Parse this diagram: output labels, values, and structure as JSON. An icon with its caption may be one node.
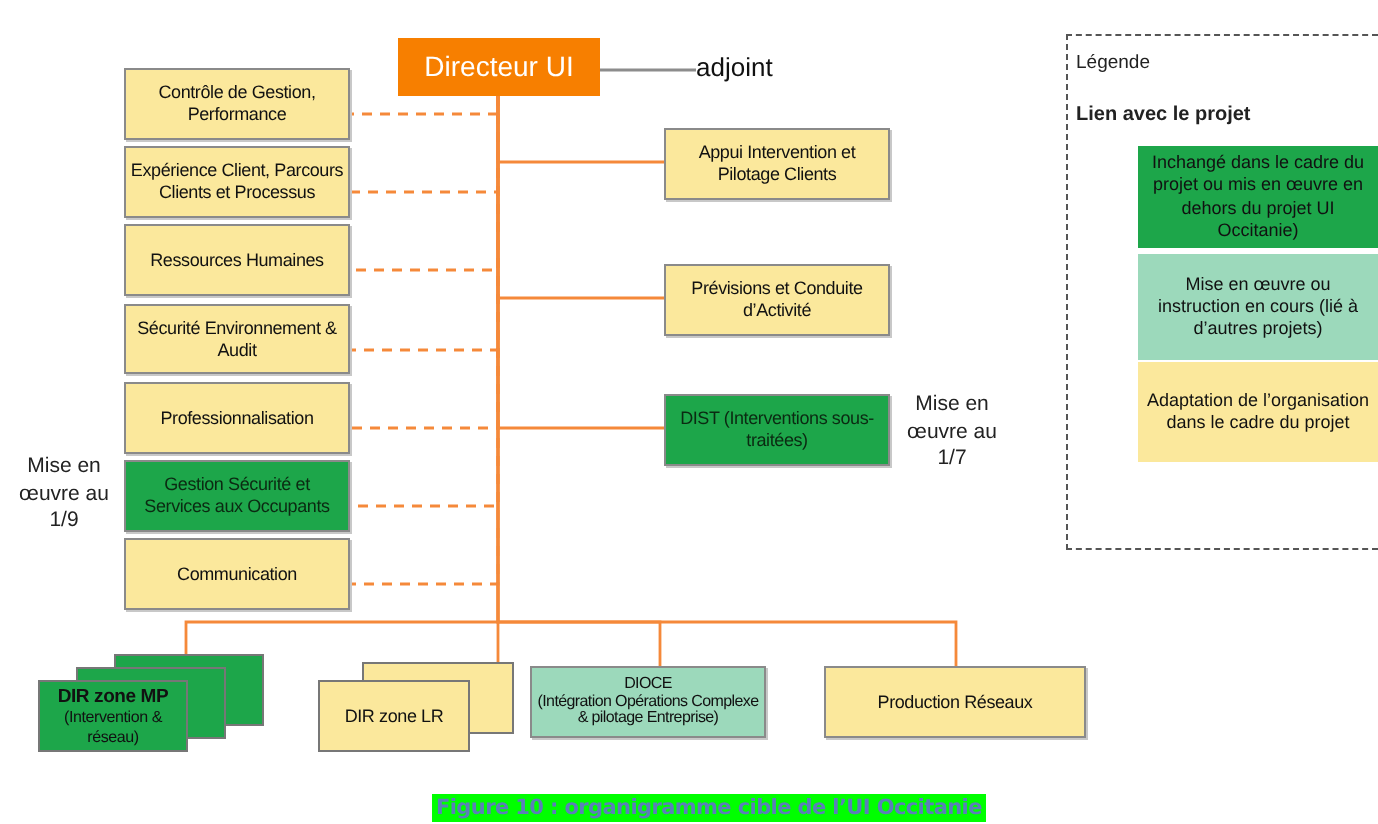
{
  "diagram": {
    "caption": "Figure 10 : organigramme cible de l’UI Occitanie",
    "nodes": [
      {
        "text": [
          "Directeur UI"
        ]
      },
      {
        "text": [
          "adjoint"
        ]
      },
      {
        "text": [
          "Contrôle de Gestion, Performance"
        ]
      },
      {
        "text": [
          "Expérience Client, Parcours Clients et Processus"
        ]
      },
      {
        "text": [
          "Appui Intervention et Pilotage Clients"
        ]
      },
      {
        "text": [
          "Ressources Humaines"
        ]
      },
      {
        "text": [
          "Prévisions et Conduite d’Activité"
        ]
      },
      {
        "text": [
          "Sécurité Environnement & Audit"
        ]
      },
      {
        "text": [
          "Professionnalisation"
        ]
      },
      {
        "text": [
          "DIST (Interventions sous-traitées)"
        ],
        "beside": [
          "Mise en œuvre au 1/7"
        ]
      },
      {
        "text": [
          "Gestion Sécurité et Services aux Occupants"
        ],
        "beside": [
          "Mise en œuvre au 1/9"
        ]
      },
      {
        "text": [
          "Communication"
        ]
      },
      {
        "text": [
          "DIR zone MP",
          "(Intervention & réseau)"
        ]
      },
      {
        "text": [
          "DIR zone LR"
        ]
      },
      {
        "text": [
          "DIOCE",
          "(Intégration Opérations Complexe & pilotage Entreprise)"
        ]
      },
      {
        "text": [
          "Production Réseaux"
        ]
      }
    ],
    "edges": [
      {
        "from": 0,
        "to": 1,
        "arrow": "none",
        "color": "#8c8c8c"
      },
      {
        "from": 0,
        "to": 2,
        "arrow": "none",
        "style": "dashed"
      },
      {
        "from": 0,
        "to": 3,
        "arrow": "none",
        "style": "dashed"
      },
      {
        "from": 0,
        "to": 4,
        "arrow": "none"
      },
      {
        "from": 0,
        "to": 5,
        "arrow": "none",
        "style": "dashed"
      },
      {
        "from": 0,
        "to": 6,
        "arrow": "none"
      },
      {
        "from": 0,
        "to": 7,
        "arrow": "none",
        "style": "dashed"
      },
      {
        "from": 0,
        "to": 8,
        "arrow": "none",
        "style": "dashed"
      },
      {
        "from": 0,
        "to": 9,
        "arrow": "none"
      },
      {
        "from": 0,
        "to": 10,
        "arrow": "none",
        "style": "dashed"
      },
      {
        "from": 0,
        "to": 11,
        "arrow": "none",
        "style": "dashed"
      },
      {
        "from": 0,
        "to": 12,
        "arrow": "none"
      },
      {
        "from": 0,
        "to": 13,
        "arrow": "none"
      },
      {
        "from": 0,
        "to": 14,
        "arrow": "none"
      },
      {
        "from": 0,
        "to": 15,
        "arrow": "none"
      }
    ],
    "labels": [
      "Légende",
      "Lien avec le projet"
    ],
    "legend": [
      {
        "text": "Inchangé dans le cadre du projet ou mis en œuvre en dehors du projet UI Occitanie)",
        "color": "#1da64a"
      },
      {
        "text": "Mise en œuvre ou instruction en cours (lié à d’autres projets)",
        "color": "#9cd9bb"
      },
      {
        "text": "Adaptation de l’organisation dans le cadre du projet",
        "color": "#fbe89c"
      }
    ]
  }
}
